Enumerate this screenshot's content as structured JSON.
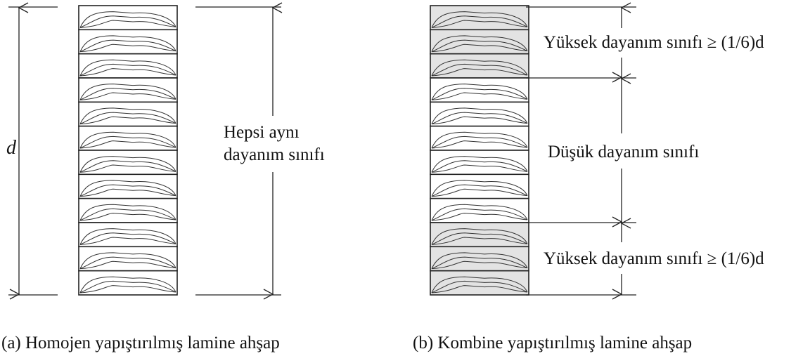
{
  "panel_a": {
    "dimension_label": "d",
    "annotation_line1": "Hepsi aynı",
    "annotation_line2": "dayanım sınıfı",
    "caption": "(a) Homojen yapıştırılmış lamine ahşap",
    "lamination_count": 12
  },
  "panel_b": {
    "top_zone": "Yüksek dayanım sınıfı ≥ (1/6)d",
    "middle_zone": "Düşük dayanım sınıfı",
    "bottom_zone": "Yüksek dayanım sınıfı ≥ (1/6)d",
    "caption": "(b) Kombine yapıştırılmış lamine ahşap",
    "lamination_count": 12,
    "outer_laminations_each_side": 3
  },
  "colors": {
    "line": "#222222",
    "high_strength_fill": "#e3e3e3",
    "low_strength_fill": "#ffffff"
  }
}
